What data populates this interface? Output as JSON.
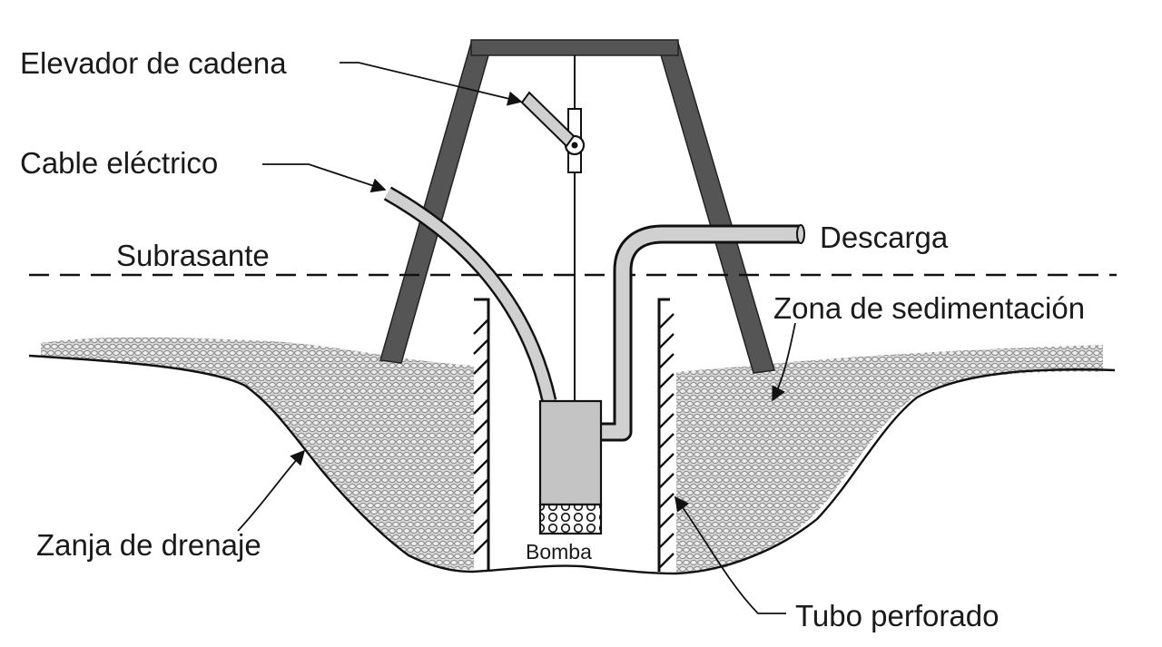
{
  "labels": {
    "chain_hoist": "Elevador de cadena",
    "electric_cable": "Cable eléctrico",
    "subgrade": "Subrasante",
    "discharge": "Descarga",
    "settling_zone": "Zona de sedimentación",
    "drainage_trench": "Zanja de drenaje",
    "pump": "Bomba",
    "perforated_pipe": "Tubo perforado"
  },
  "colors": {
    "tripod": "#555555",
    "pipe_fill": "#d0d0d0",
    "pump_fill": "#c4c4c4",
    "gravel_fill": "#d8d8d8",
    "gravel_stone": "#8c8c8c",
    "ink": "#111111"
  }
}
